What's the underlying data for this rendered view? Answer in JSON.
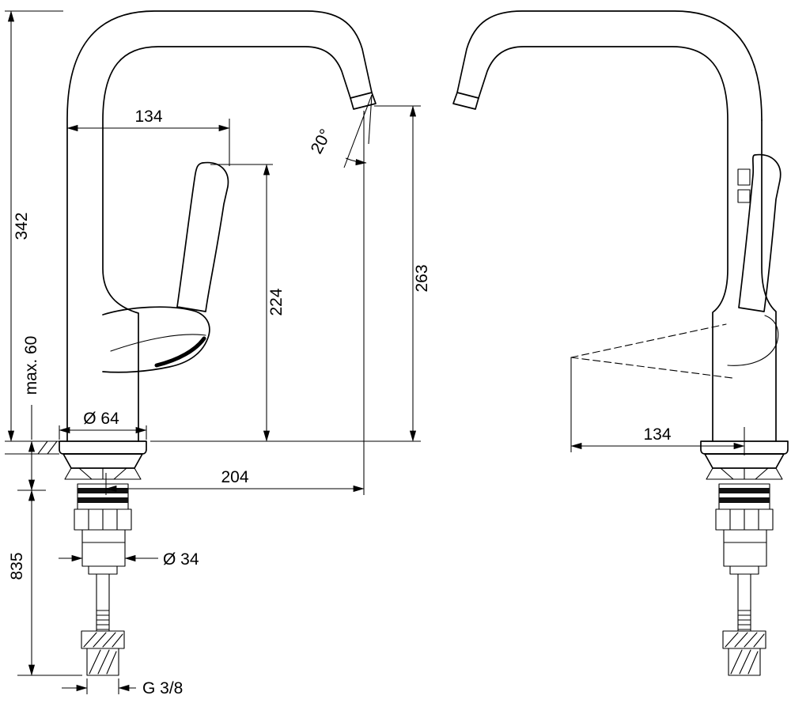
{
  "page": {
    "background_color": "#ffffff",
    "line_color": "#000000"
  },
  "drawing": {
    "type": "technical-dimension-drawing",
    "subject": "single-lever kitchen faucet, two views with dimensions",
    "labels": {
      "overall_height": "342",
      "max_mounting_thickness": "max. 60",
      "hose_length": "835",
      "spout_top_offset": "134",
      "handle_height": "224",
      "outlet_height": "263",
      "spout_reach": "204",
      "base_diameter": "Ø 64",
      "shank_diameter": "Ø 34",
      "swivel_angle": "20°",
      "connection_thread": "G 3/8",
      "side_reach": "134"
    }
  }
}
